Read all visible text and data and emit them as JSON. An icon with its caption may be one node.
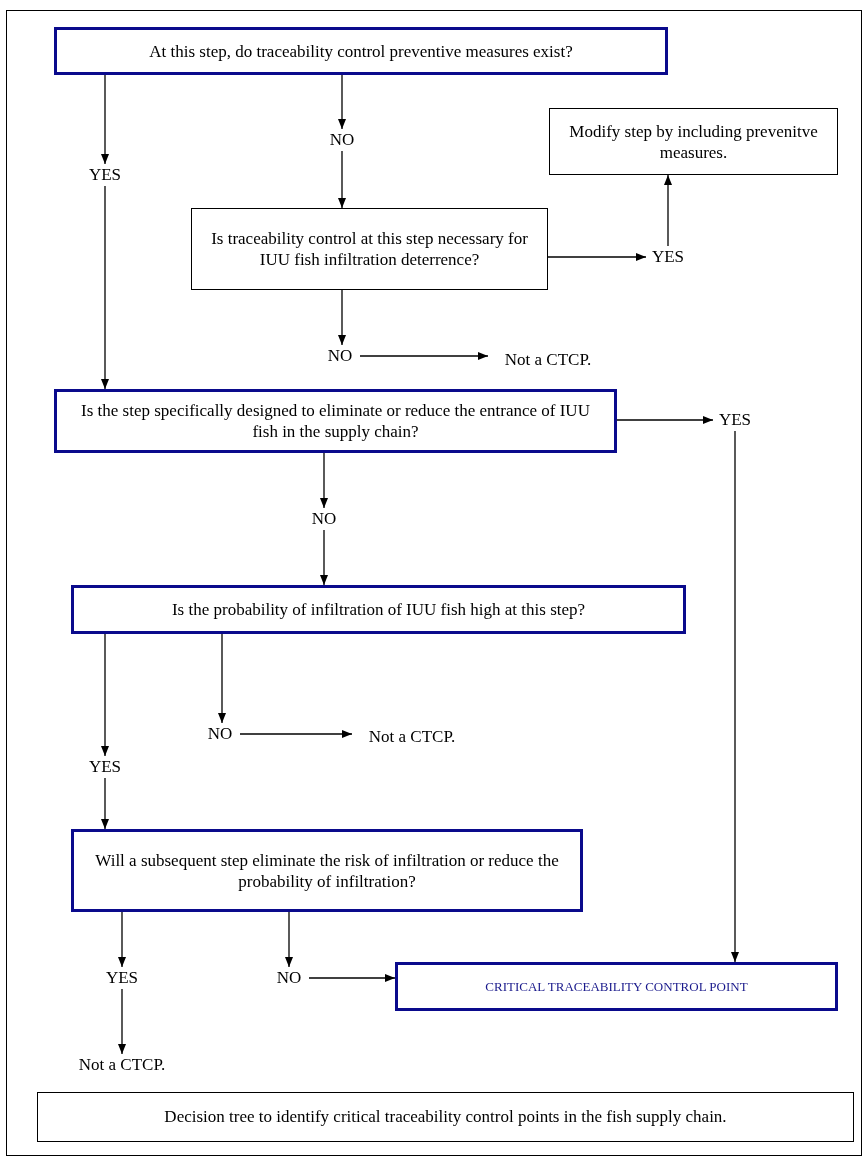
{
  "diagram": {
    "caption": "Decision tree to identify critical traceability control points in the fish supply chain.",
    "nodes": [
      {
        "text": [
          "At this step, do traceability control preventive measures exist?"
        ]
      },
      {
        "text": [
          "YES"
        ]
      },
      {
        "text": [
          "NO"
        ]
      },
      {
        "text": [
          "Is traceability control at this step necessary for IUU fish infiltration deterrence?"
        ]
      },
      {
        "text": [
          "YES"
        ]
      },
      {
        "text": [
          "Modify step by including prevenitve measures."
        ]
      },
      {
        "text": [
          "NO"
        ]
      },
      {
        "text": [
          "Not a CTCP."
        ]
      },
      {
        "text": [
          "Is the step specifically designed to eliminate or reduce the entrance of IUU fish in the supply chain?"
        ]
      },
      {
        "text": [
          "YES"
        ]
      },
      {
        "text": [
          "NO"
        ]
      },
      {
        "text": [
          "Is the probability of infiltration of IUU fish high at this step?"
        ]
      },
      {
        "text": [
          "YES"
        ]
      },
      {
        "text": [
          "NO"
        ]
      },
      {
        "text": [
          "Not a CTCP."
        ]
      },
      {
        "text": [
          "Will a subsequent step eliminate the risk of infiltration or reduce the probability of infiltration?"
        ]
      },
      {
        "text": [
          "YES"
        ]
      },
      {
        "text": [
          "NO"
        ]
      },
      {
        "text": [
          "CRITICAL TRACEABILITY CONTROL POINT"
        ]
      },
      {
        "text": [
          "Not a CTCP."
        ]
      }
    ],
    "edges": [
      {
        "from": 0,
        "to": 1,
        "arrow": "to"
      },
      {
        "from": 1,
        "to": 8,
        "arrow": "to"
      },
      {
        "from": 0,
        "to": 2,
        "arrow": "to"
      },
      {
        "from": 2,
        "to": 3,
        "arrow": "to"
      },
      {
        "from": 3,
        "to": 4,
        "arrow": "to"
      },
      {
        "from": 4,
        "to": 5,
        "arrow": "to"
      },
      {
        "from": 3,
        "to": 6,
        "arrow": "to"
      },
      {
        "from": 6,
        "to": 7,
        "arrow": "to"
      },
      {
        "from": 8,
        "to": 9,
        "arrow": "to"
      },
      {
        "from": 9,
        "to": 18,
        "arrow": "to"
      },
      {
        "from": 8,
        "to": 10,
        "arrow": "to"
      },
      {
        "from": 10,
        "to": 11,
        "arrow": "to"
      },
      {
        "from": 11,
        "to": 12,
        "arrow": "to"
      },
      {
        "from": 11,
        "to": 13,
        "arrow": "to"
      },
      {
        "from": 13,
        "to": 14,
        "arrow": "to"
      },
      {
        "from": 12,
        "to": 15,
        "arrow": "to"
      },
      {
        "from": 15,
        "to": 16,
        "arrow": "to"
      },
      {
        "from": 15,
        "to": 17,
        "arrow": "to"
      },
      {
        "from": 17,
        "to": 18,
        "arrow": "to"
      },
      {
        "from": 16,
        "to": 19,
        "arrow": "to"
      }
    ]
  }
}
